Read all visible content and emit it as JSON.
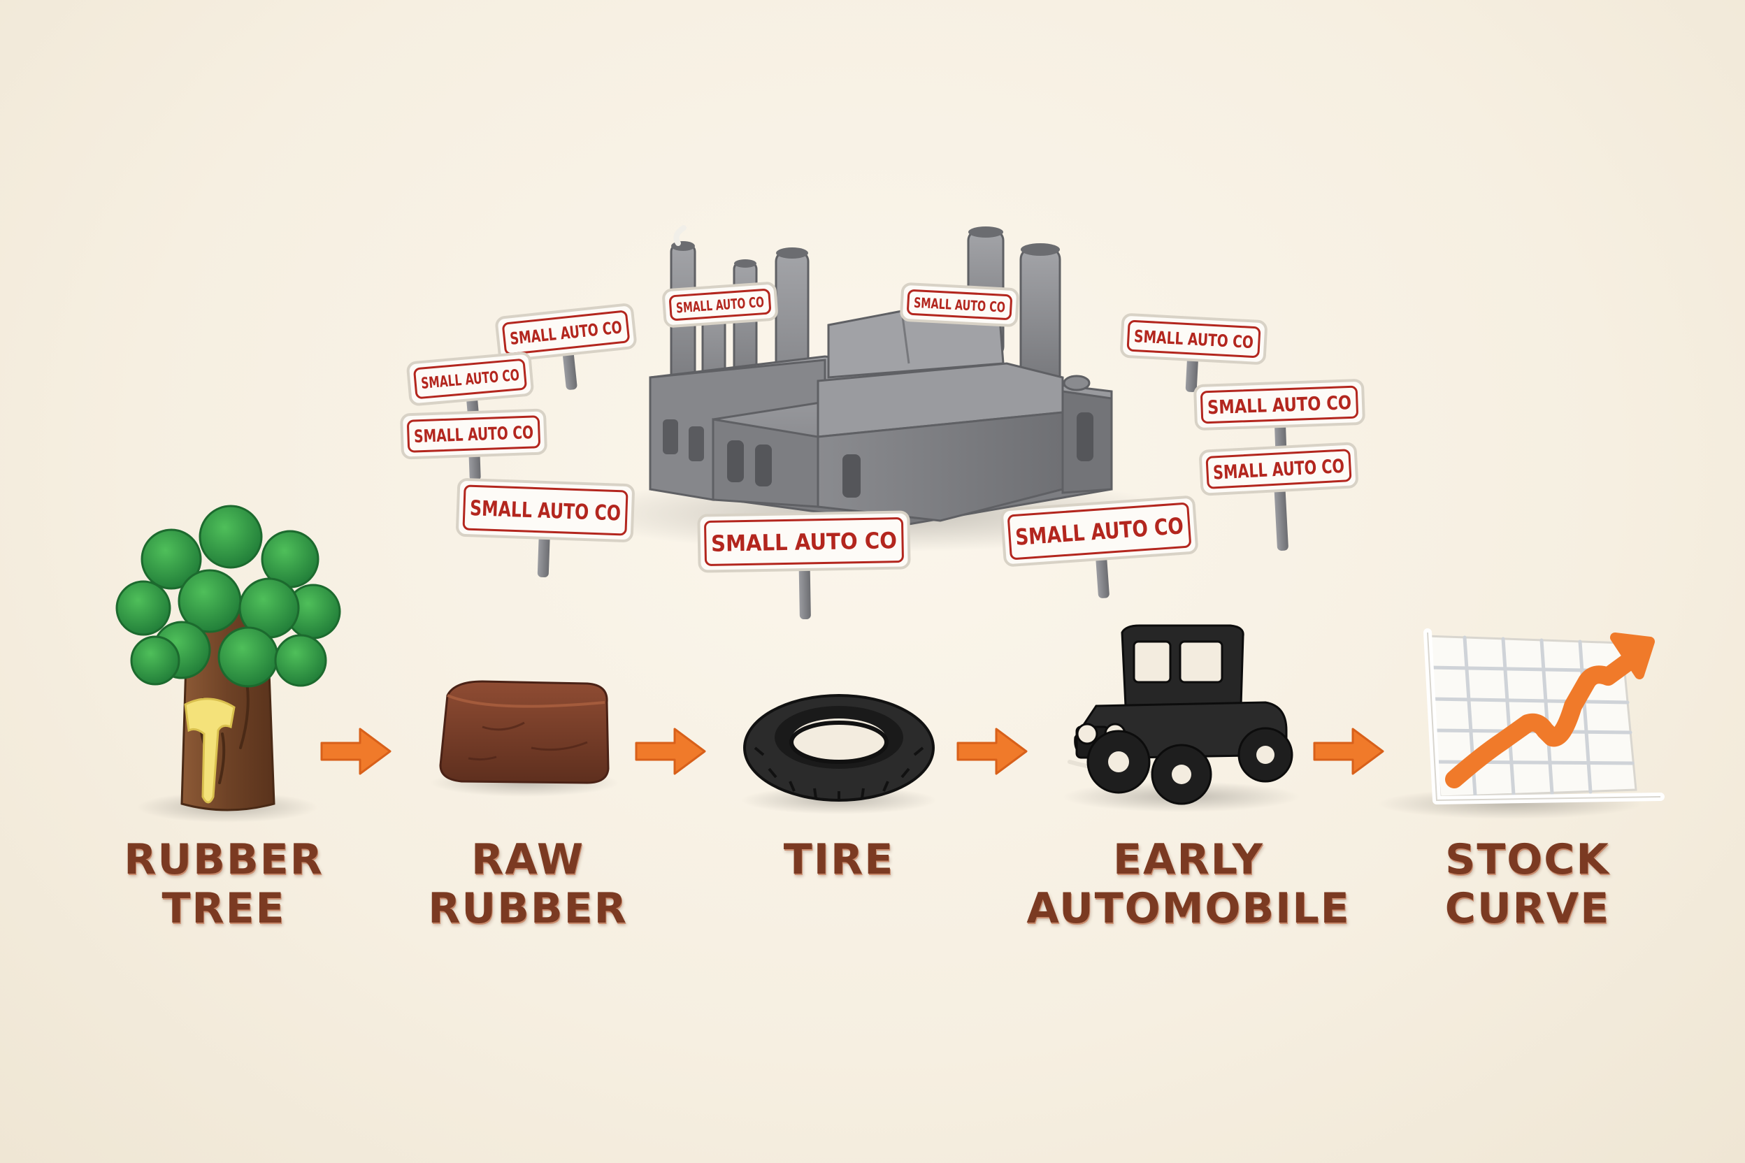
{
  "signs": [
    {
      "label": "SMALL AUTO CO"
    },
    {
      "label": "SMALL AUTO CO"
    },
    {
      "label": "SMALL AUTO CO"
    },
    {
      "label": "SMALL AUTO CO"
    },
    {
      "label": "SMALL AUTO CO"
    },
    {
      "label": "SMALL AUTO CO"
    },
    {
      "label": "SMALL AUTO CO"
    },
    {
      "label": "SMALL AUTO CO"
    },
    {
      "label": "SMALL AUTO CO"
    },
    {
      "label": "SMALL AUTO CO"
    },
    {
      "label": "SMALL AUTO CO"
    }
  ],
  "steps": [
    {
      "line1": "RUBBER",
      "line2": "TREE",
      "icon": "rubber-tree-icon"
    },
    {
      "line1": "RAW",
      "line2": "RUBBER",
      "icon": "raw-rubber-icon"
    },
    {
      "line1": "TIRE",
      "line2": "",
      "icon": "tire-icon"
    },
    {
      "line1": "EARLY",
      "line2": "AUTOMOBILE",
      "icon": "early-automobile-icon"
    },
    {
      "line1": "STOCK",
      "line2": "CURVE",
      "icon": "stock-curve-icon"
    }
  ],
  "colors": {
    "label_text": "#7b3a22",
    "sign_text": "#b3261e",
    "arrow": "#f07a2a",
    "factory": "#8e8f93",
    "tree_leaves": "#2f9a3f",
    "tree_trunk": "#7a4a2c",
    "latex": "#f4e27a",
    "rubber_block": "#7a3f2a",
    "tire": "#2a2a2a",
    "car": "#1e1e1e",
    "chart_line": "#f07a2a"
  }
}
